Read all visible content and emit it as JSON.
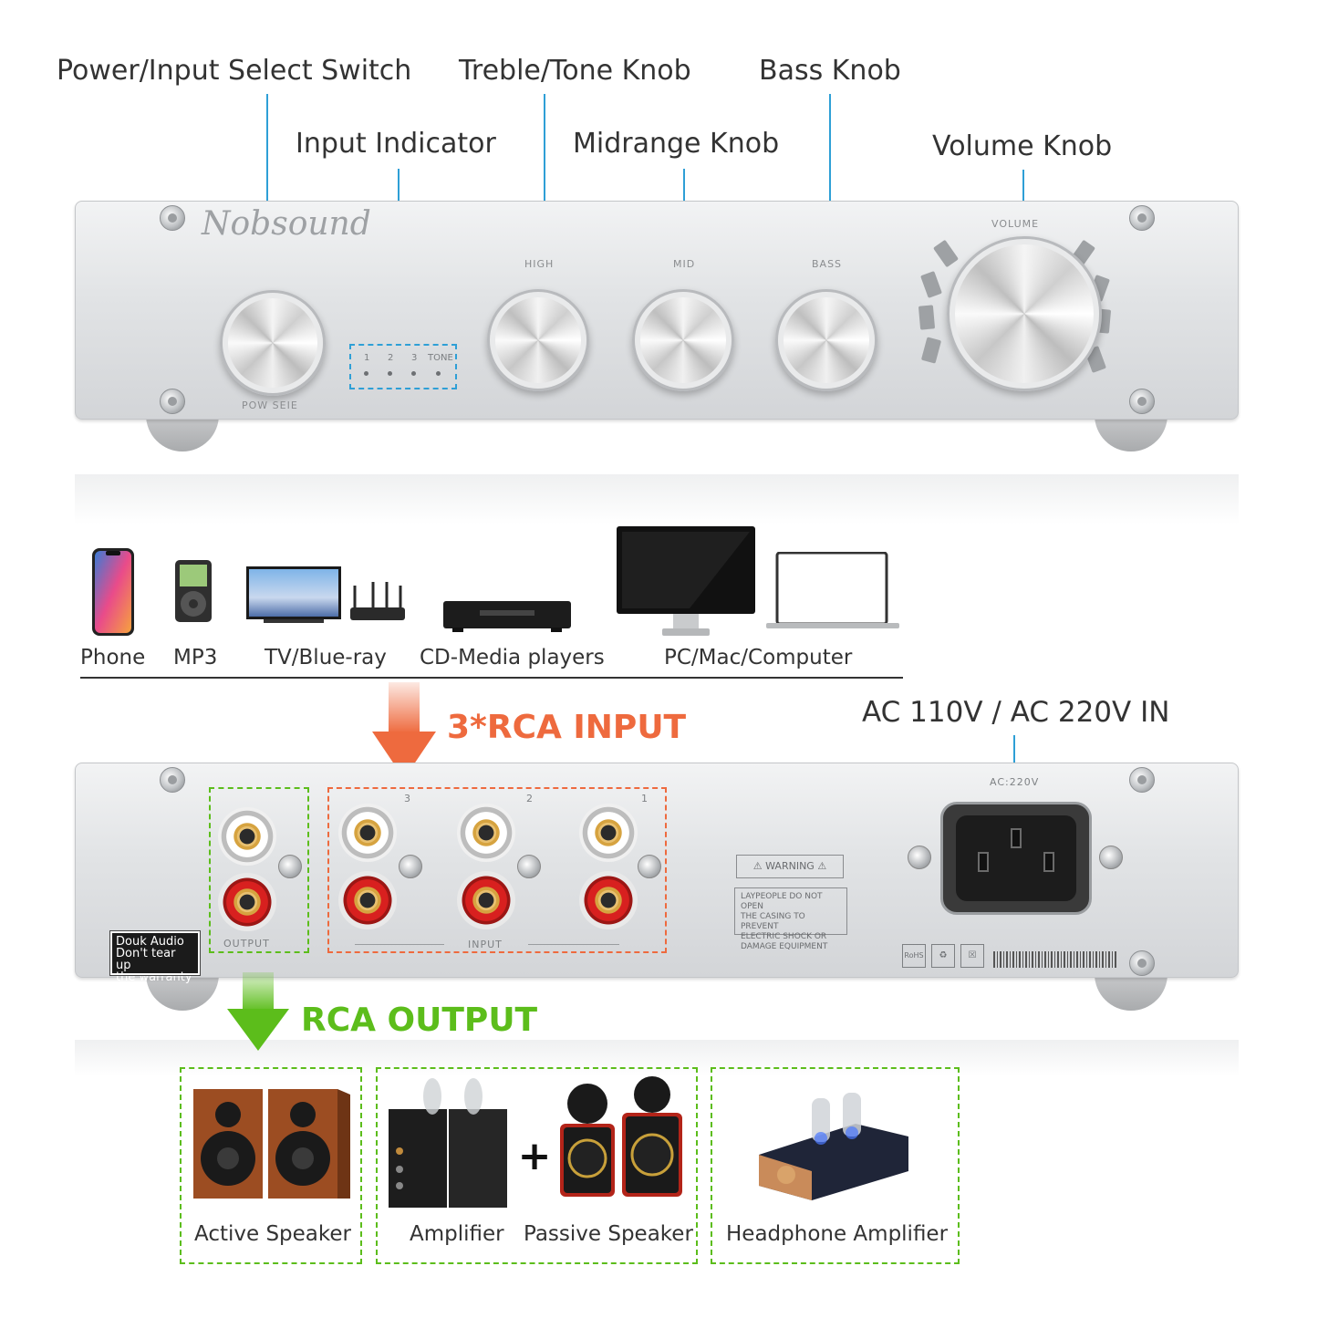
{
  "callouts": {
    "power_input": "Power/Input Select Switch",
    "treble": "Treble/Tone Knob",
    "bass": "Bass Knob",
    "input_indicator": "Input Indicator",
    "midrange": "Midrange Knob",
    "volume": "Volume Knob"
  },
  "front_panel": {
    "brand": "Nobsound",
    "knob_labels": {
      "high": "HIGH",
      "mid": "MID",
      "bass": "BASS",
      "volume": "VOLUME",
      "power": "POW SEIE"
    },
    "indicator_labels": [
      "1",
      "2",
      "3",
      "TONE"
    ]
  },
  "devices": [
    {
      "label": "Phone",
      "icon": "phone-icon"
    },
    {
      "label": "MP3",
      "icon": "mp3-player-icon"
    },
    {
      "label": "TV/Blue-ray",
      "icon": "tv-icon"
    },
    {
      "label": "CD-Media players",
      "icon": "cd-player-icon"
    },
    {
      "label": "PC/Mac/Computer",
      "icon": "computer-icon"
    }
  ],
  "input_section": {
    "label": "3*RCA INPUT",
    "ac_label": "AC 110V / AC 220V  IN"
  },
  "rear_panel": {
    "output_text": "OUTPUT",
    "input_text": "INPUT",
    "channel_numbers": [
      "3",
      "2",
      "1"
    ],
    "ac_text": "AC:220V",
    "warning_title": "WARNING",
    "warning_body": [
      "LAYPEOPLE DO NOT OPEN",
      "THE CASING TO PREVENT",
      "ELECTRIC SHOCK OR",
      "DAMAGE EQUIPMENT"
    ],
    "sticker_lines": [
      "Douk Audio",
      "Don't tear up",
      "the warranty"
    ],
    "cert_rohs": "RoHS"
  },
  "output_section": {
    "label": "RCA OUTPUT",
    "items": [
      {
        "label": "Active Speaker",
        "icon": "active-speaker-icon"
      },
      {
        "label": "Amplifier",
        "icon": "tube-amplifier-icon"
      },
      {
        "label": "Passive Speaker",
        "icon": "passive-speaker-icon"
      },
      {
        "label": "Headphone Amplifier",
        "icon": "headphone-amplifier-icon"
      }
    ],
    "plus": "+"
  },
  "colors": {
    "callout_line": "#2e9fd6",
    "input_accent": "#ee6a3e",
    "output_accent": "#5cbd1b"
  }
}
